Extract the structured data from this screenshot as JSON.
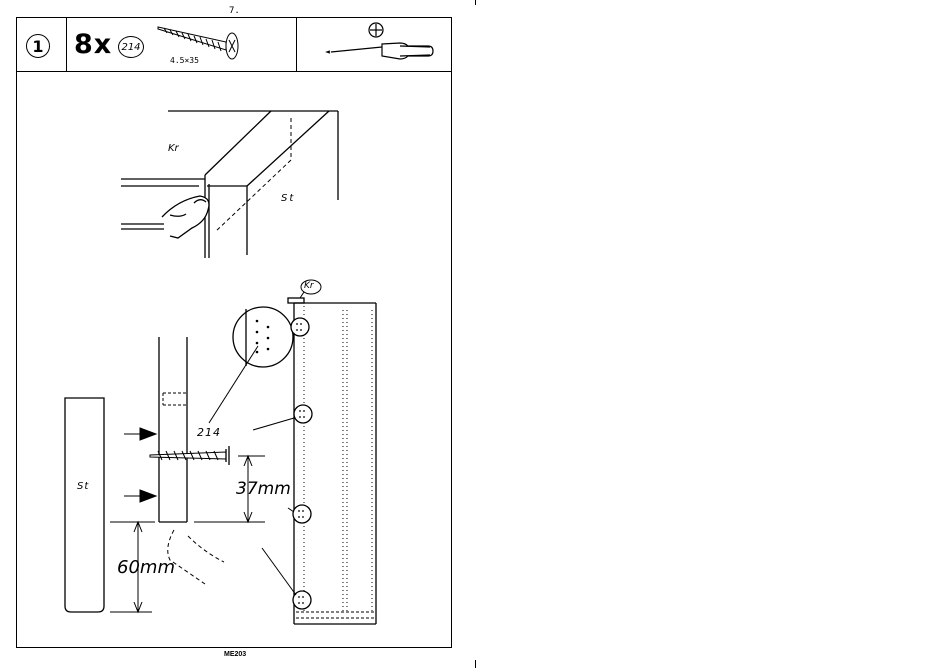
{
  "page": {
    "number": "7.",
    "footer_code": "ME203"
  },
  "header": {
    "step": "1",
    "quantity": "8x",
    "part_number": "214",
    "screw_size": "4.5×35",
    "tool_icon": "phillips-screwdriver-icon",
    "screw_icon": "wood-screw-icon"
  },
  "labels": {
    "kr_top": "Kr",
    "st_top": "St",
    "kr_callout": "Kr",
    "part_callout": "214",
    "dim_37": "37mm",
    "st_bottom": "St",
    "dim_60": "60mm"
  }
}
